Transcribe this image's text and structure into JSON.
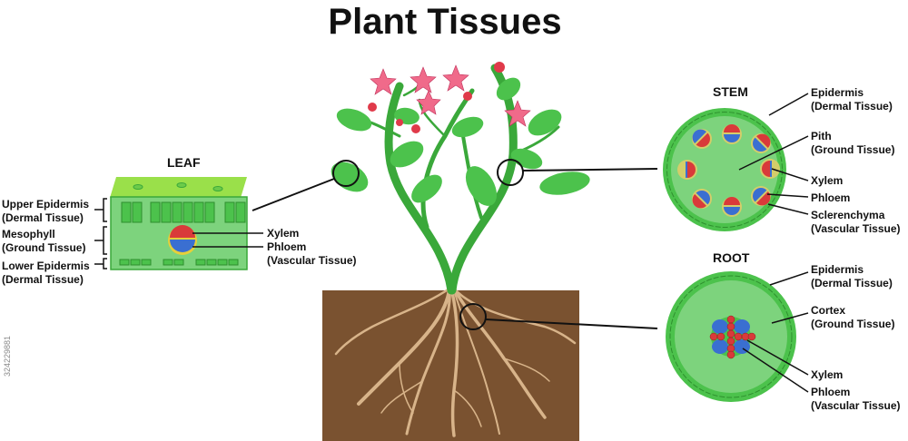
{
  "title": "Plant Tissues",
  "colors": {
    "leaf_green": "#4cc24c",
    "tissue_green": "#7dd37d",
    "soil": "#7a5230",
    "root": "#d8b48a",
    "xylem": "#d93a3a",
    "phloem": "#3a6fd1",
    "sclerenchyma": "#d4cd6a",
    "flower": "#f06a8a"
  },
  "leaf": {
    "heading": "LEAF",
    "upper_epidermis": [
      "Upper Epidermis",
      "(Dermal Tissue)"
    ],
    "mesophyll": [
      "Mesophyll",
      "(Ground Tissue)"
    ],
    "lower_epidermis": [
      "Lower Epidermis",
      "(Dermal Tissue)"
    ],
    "xylem": "Xylem",
    "phloem": [
      "Phloem",
      "(Vascular Tissue)"
    ]
  },
  "stem": {
    "heading": "STEM",
    "epidermis": [
      "Epidermis",
      "(Dermal Tissue)"
    ],
    "pith": [
      "Pith",
      "(Ground Tissue)"
    ],
    "xylem": "Xylem",
    "phloem": "Phloem",
    "sclerenchyma": [
      "Sclerenchyma",
      "(Vascular Tissue)"
    ]
  },
  "root": {
    "heading": "ROOT",
    "epidermis": [
      "Epidermis",
      "(Dermal Tissue)"
    ],
    "cortex": [
      "Cortex",
      "(Ground Tissue)"
    ],
    "xylem": "Xylem",
    "phloem": [
      "Phloem",
      "(Vascular Tissue)"
    ]
  },
  "watermark_id": "324229881"
}
